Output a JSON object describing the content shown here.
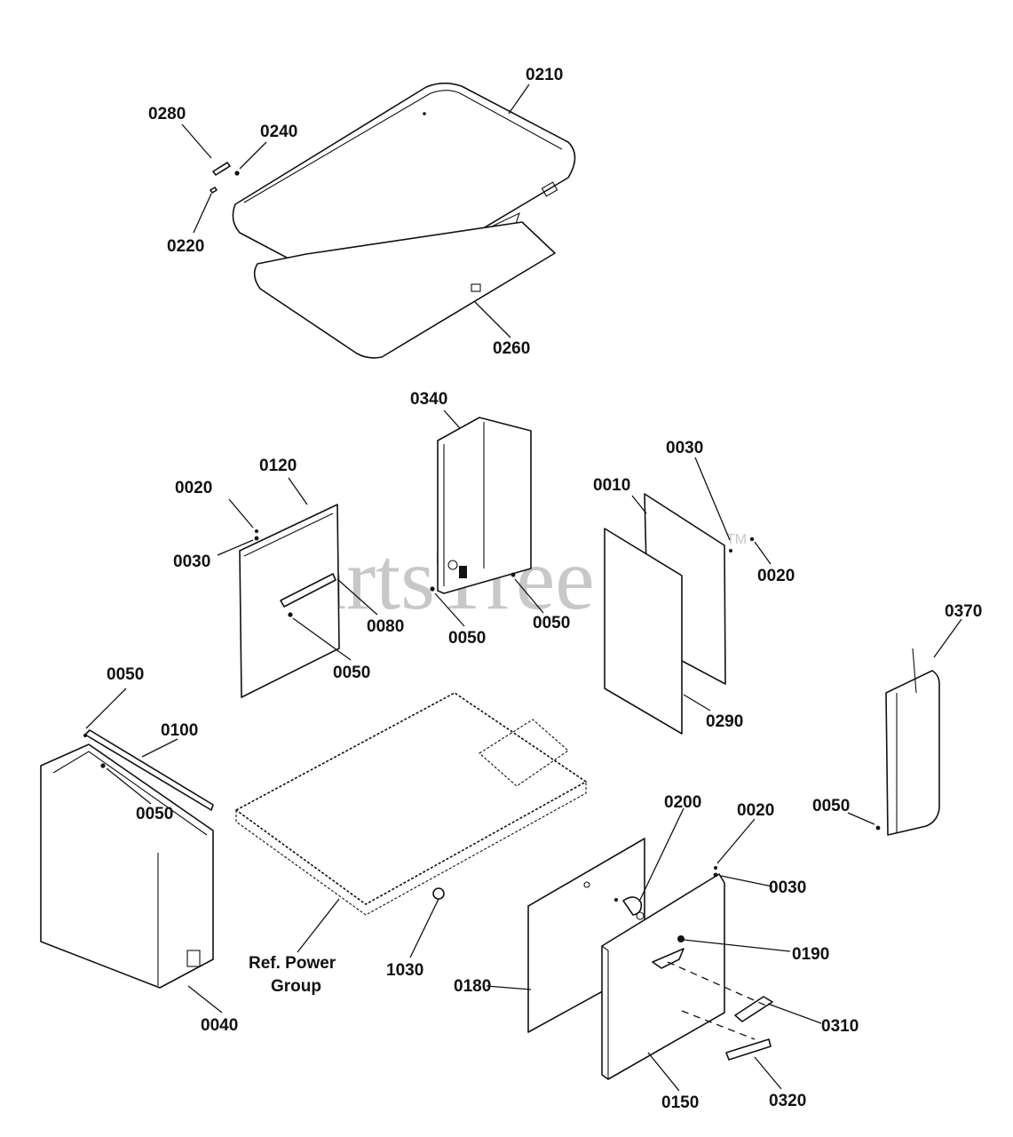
{
  "watermark": {
    "text": "PartsTree",
    "trademark": "TM"
  },
  "callouts": {
    "c0210": "0210",
    "c0280": "0280",
    "c0240": "0240",
    "c0220": "0220",
    "c0260": "0260",
    "c0340": "0340",
    "c0030_top": "0030",
    "c0010": "0010",
    "c0120": "0120",
    "c0020_left": "0020",
    "c0030_left": "0030",
    "c0020_right": "0020",
    "c0080": "0080",
    "c0050_cl": "0050",
    "c0050_cc": "0050",
    "c0050_cr": "0050",
    "c0370": "0370",
    "c0290": "0290",
    "c0050_top": "0050",
    "c0100": "0100",
    "c0050_mid": "0050",
    "c0050_far": "0050",
    "c0200": "0200",
    "c0020_low": "0020",
    "c0030_low": "0030",
    "c0190": "0190",
    "ref_line1": "Ref. Power",
    "ref_line2": "Group",
    "c1030": "1030",
    "c0180": "0180",
    "c0310": "0310",
    "c0040": "0040",
    "c0150": "0150",
    "c0320": "0320"
  }
}
